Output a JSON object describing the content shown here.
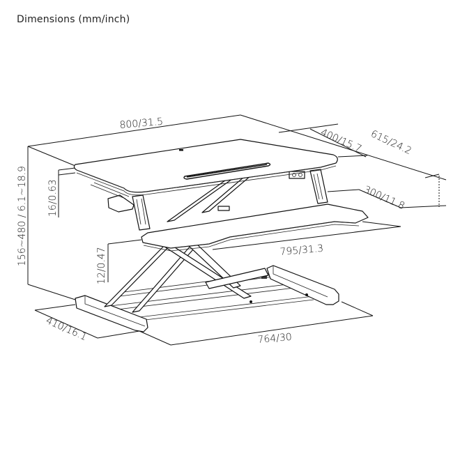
{
  "header": {
    "title": "Dimensions (mm/inch)"
  },
  "dimensions": {
    "desktop_width": "800/31.5",
    "desktop_depth": "400/15.7",
    "total_depth": "615/24.2",
    "keyboard_tray_depth": "300/11.8",
    "keyboard_tray_width": "795/31.3",
    "base_width": "764/30",
    "base_depth": "410/16.1",
    "height_range": "156~480 / 6.1~18.9",
    "desktop_thickness": "16/0.63",
    "tray_thickness": "12/0.47"
  },
  "colors": {
    "line": "#111111",
    "background": "#ffffff"
  }
}
